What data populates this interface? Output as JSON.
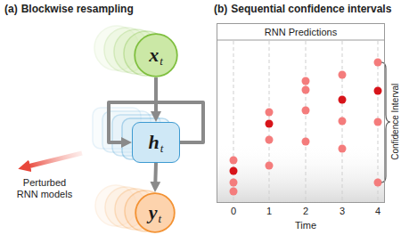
{
  "diagram": {
    "nodes": [
      {
        "text": [
          "x",
          "t"
        ]
      },
      {
        "text": [
          "h",
          "t"
        ]
      },
      {
        "text": [
          "y",
          "t"
        ]
      },
      {
        "text": [
          "RNN Predictions"
        ]
      }
    ],
    "edges": [
      {
        "from": 0,
        "to": 1,
        "arrow": "to"
      },
      {
        "from": 1,
        "to": 1,
        "arrow": "to"
      },
      {
        "from": 1,
        "to": 2,
        "arrow": "to"
      }
    ],
    "labels": [
      "(a)",
      "Blockwise resampling",
      "Perturbed RNN models",
      "(b)",
      "Sequential confidence intervals",
      "0",
      "1",
      "2",
      "3",
      "4",
      "Time",
      "Confidence Interval"
    ]
  }
}
